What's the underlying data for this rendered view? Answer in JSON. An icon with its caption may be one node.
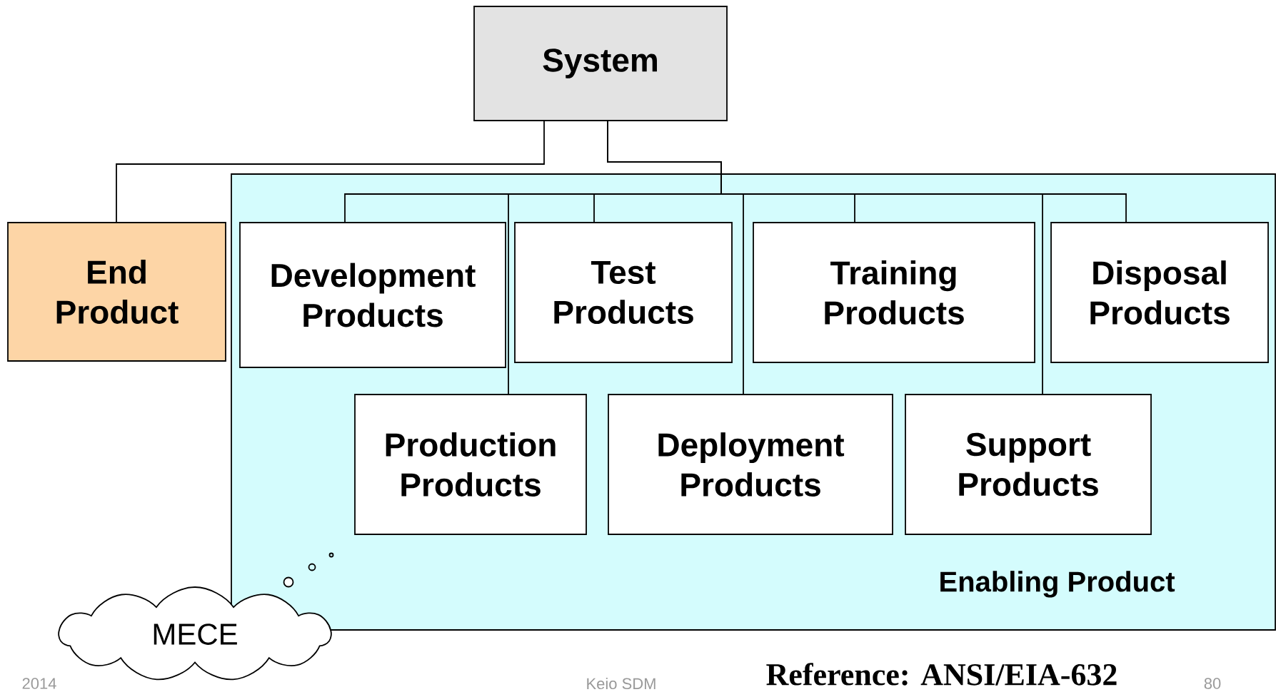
{
  "diagram": {
    "nodes": [
      {
        "text": [
          "System"
        ]
      },
      {
        "text": [
          "End Product"
        ]
      },
      {
        "text": [
          "Enabling Product"
        ]
      },
      {
        "text": [
          "Development Products"
        ],
        "in": 2
      },
      {
        "text": [
          "Test Products"
        ],
        "in": 2
      },
      {
        "text": [
          "Training Products"
        ],
        "in": 2
      },
      {
        "text": [
          "Disposal Products"
        ],
        "in": 2
      },
      {
        "text": [
          "Production Products"
        ],
        "in": 2
      },
      {
        "text": [
          "Deployment Products"
        ],
        "in": 2
      },
      {
        "text": [
          "Support Products"
        ],
        "in": 2
      },
      {
        "text": [
          "MECE"
        ]
      }
    ],
    "edges": [
      {
        "from": 0,
        "to": 1,
        "arrow": "none"
      },
      {
        "from": 0,
        "to": 3,
        "arrow": "none"
      },
      {
        "from": 0,
        "to": 4,
        "arrow": "none"
      },
      {
        "from": 0,
        "to": 5,
        "arrow": "none"
      },
      {
        "from": 0,
        "to": 6,
        "arrow": "none"
      },
      {
        "from": 0,
        "to": 7,
        "arrow": "none"
      },
      {
        "from": 0,
        "to": 8,
        "arrow": "none"
      },
      {
        "from": 0,
        "to": 9,
        "arrow": "none"
      }
    ],
    "labels": [
      "Reference: ANSI/EIA-632",
      "2014",
      "Keio SDM",
      "80"
    ]
  }
}
